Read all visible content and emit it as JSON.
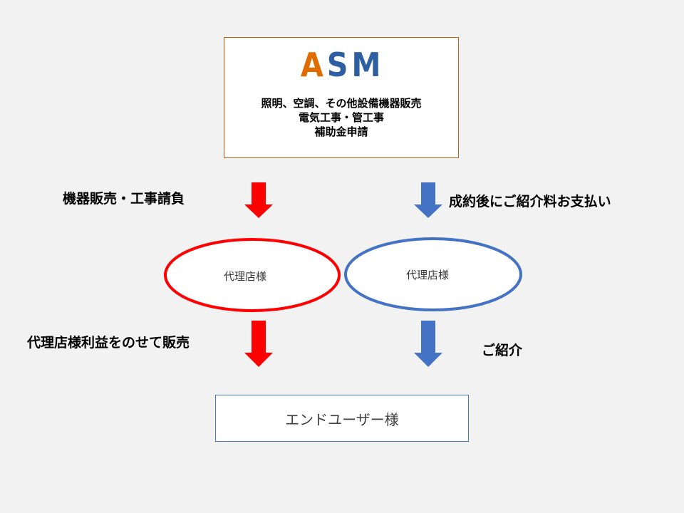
{
  "company": {
    "logo_letters": [
      "A",
      "S",
      "M"
    ],
    "logo_colors": [
      "#e06c00",
      "#2e5fa3",
      "#2e5fa3"
    ],
    "lines": [
      "照明、空調、その他設備機器販売",
      "電気工事・管工事",
      "補助金申請"
    ]
  },
  "left_flow": {
    "top_label": "機器販売・工事請負",
    "node_label": "代理店様",
    "bottom_label": "代理店様利益をのせて販売",
    "color": "#ff0000"
  },
  "right_flow": {
    "top_label": "成約後にご紹介料お支払い",
    "node_label": "代理店様",
    "bottom_label": "ご紹介",
    "color": "#4472c4"
  },
  "end_user": {
    "label": "エンドユーザー様"
  }
}
